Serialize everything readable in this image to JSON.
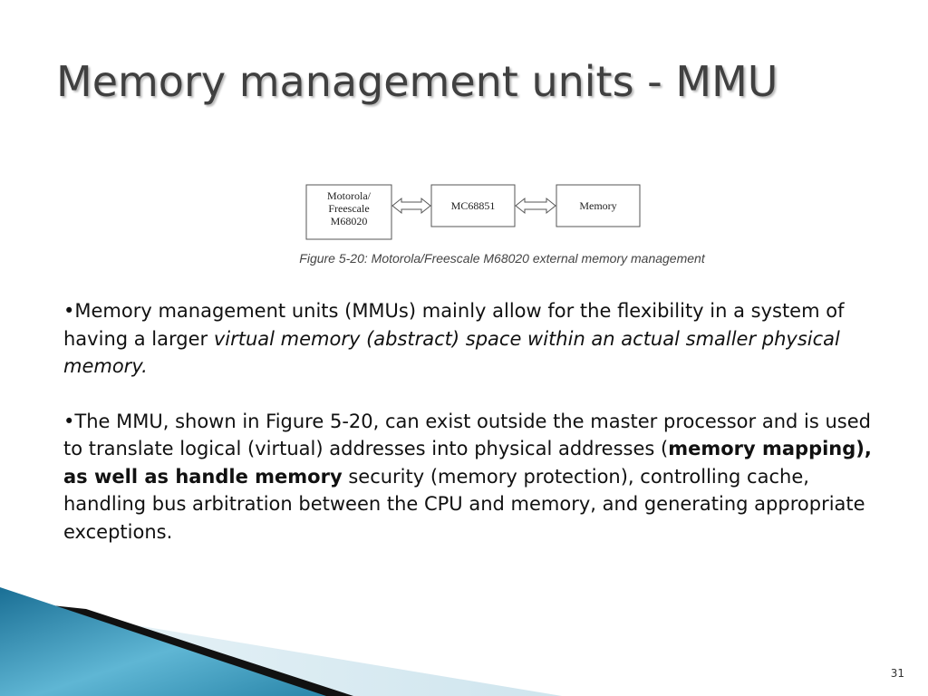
{
  "slide": {
    "title": "Memory management units - MMU",
    "page_number": "31"
  },
  "figure": {
    "boxes": [
      "Motorola/\nFreescale\nM68020",
      "MC68851",
      "Memory"
    ],
    "caption": "Figure 5-20: Motorola/Freescale M68020 external memory management"
  },
  "bullets": [
    {
      "bullet": "•",
      "t1": "Memory management units (MMUs) mainly allow for the flexibility in a system of having a larger ",
      "t2": "virtual memory (abstract) space within an actual smaller physical memory."
    },
    {
      "bullet": "•",
      "t1": "The MMU, shown in Figure 5-20, can exist outside the master processor and is used to translate logical (virtual) addresses into physical addresses (",
      "t2": "memory mapping), as well as handle memory",
      "t3": " security (memory protection), controlling cache, handling bus arbitration between the CPU and memory, and generating appropriate exceptions."
    }
  ],
  "colors": {
    "title": "#404040",
    "deco_blue_dark": "#1a6f95",
    "deco_blue_light": "#5fb6d4",
    "deco_black": "#111111",
    "deco_pale": "#d6eaf2"
  }
}
